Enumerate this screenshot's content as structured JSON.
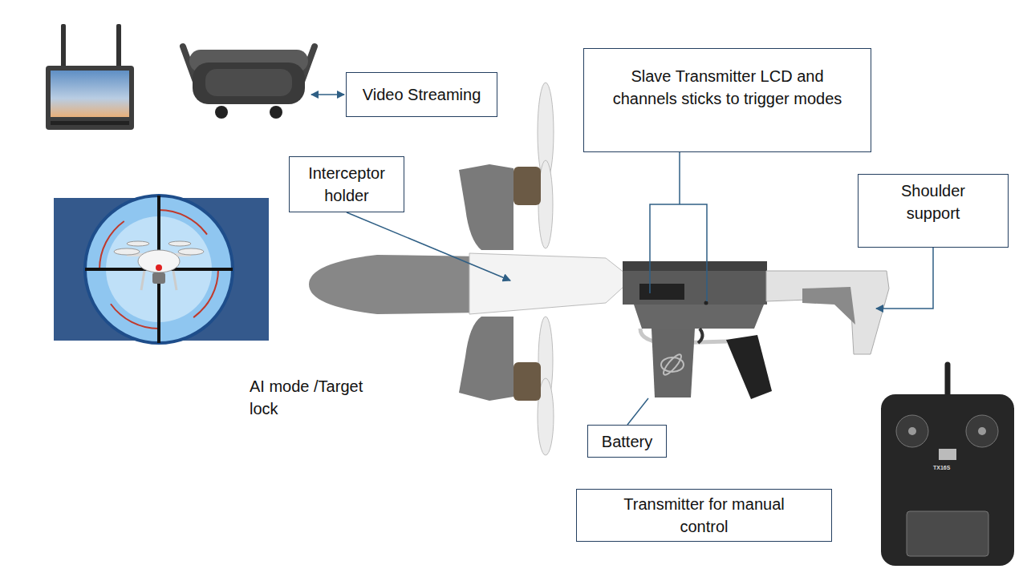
{
  "diagram": {
    "nodes": [
      {
        "text": [
          "Video Streaming"
        ]
      },
      {
        "text": [
          "Slave Transmitter LCD and channels sticks to trigger modes"
        ]
      },
      {
        "text": [
          "Interceptor holder"
        ]
      },
      {
        "text": [
          "Shoulder support"
        ]
      },
      {
        "text": [
          "Battery"
        ]
      },
      {
        "text": [
          "Transmitter for manual control"
        ]
      }
    ],
    "labels": [
      "AI mode /Target lock",
      "TX16S"
    ]
  }
}
